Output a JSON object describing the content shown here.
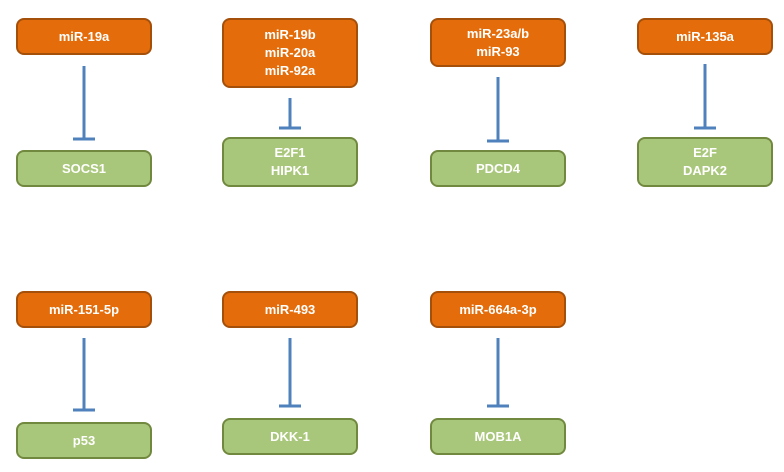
{
  "groups": [
    {
      "mirnas": [
        "miR-19a"
      ],
      "targets": [
        "SOCS1"
      ]
    },
    {
      "mirnas": [
        "miR-19b",
        "miR-20a",
        "miR-92a"
      ],
      "targets": [
        "E2F1",
        "HIPK1"
      ]
    },
    {
      "mirnas": [
        "miR-23a/b",
        "miR-93"
      ],
      "targets": [
        "PDCD4"
      ]
    },
    {
      "mirnas": [
        "miR-135a"
      ],
      "targets": [
        "E2F",
        "DAPK2"
      ]
    },
    {
      "mirnas": [
        "miR-151-5p"
      ],
      "targets": [
        "p53"
      ]
    },
    {
      "mirnas": [
        "miR-493"
      ],
      "targets": [
        "DKK-1"
      ]
    },
    {
      "mirnas": [
        "miR-664a-3p"
      ],
      "targets": [
        "MOB1A"
      ]
    }
  ],
  "colors": {
    "mirna_fill": "#E46C0A",
    "mirna_border": "#A5500A",
    "target_fill": "#A9C77A",
    "target_border": "#71893F",
    "inhibition_line": "#4F81BD"
  }
}
